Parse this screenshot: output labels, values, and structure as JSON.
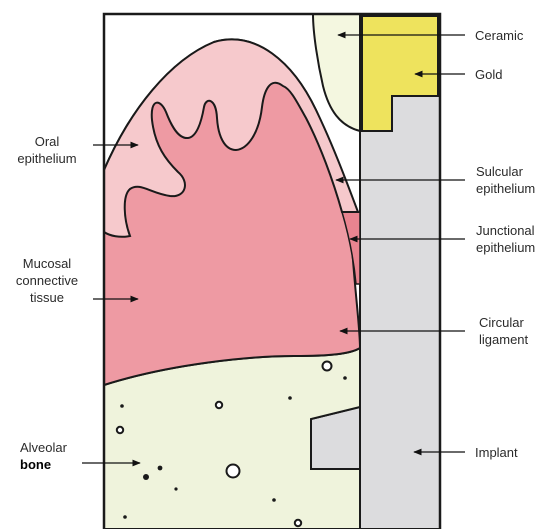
{
  "labels": {
    "ceramic": "Ceramic",
    "gold": "Gold",
    "oral_epithelium": [
      "Oral",
      "epithelium"
    ],
    "sulcular_epithelium": [
      "Sulcular",
      "epithelium"
    ],
    "junctional_epithelium": [
      "Junctional",
      "epithelium"
    ],
    "mucosal_connective_tissue": [
      "Mucosal",
      "connective",
      "tissue"
    ],
    "circular_ligament": [
      "Circular",
      "ligament"
    ],
    "alveolar_bone": [
      "Alveolar",
      "bone"
    ],
    "implant": "Implant"
  },
  "colors": {
    "outline": "#1a1a1a",
    "ceramic": "#f4f7e0",
    "gold": "#eee35d",
    "implant": "#dcdcde",
    "oral_epithelium": "#f6c9cc",
    "connective_tissue": "#ee9aa3",
    "junctional_epithelium": "#e98490",
    "bone": "#eff3dc",
    "background": "#ffffff"
  }
}
